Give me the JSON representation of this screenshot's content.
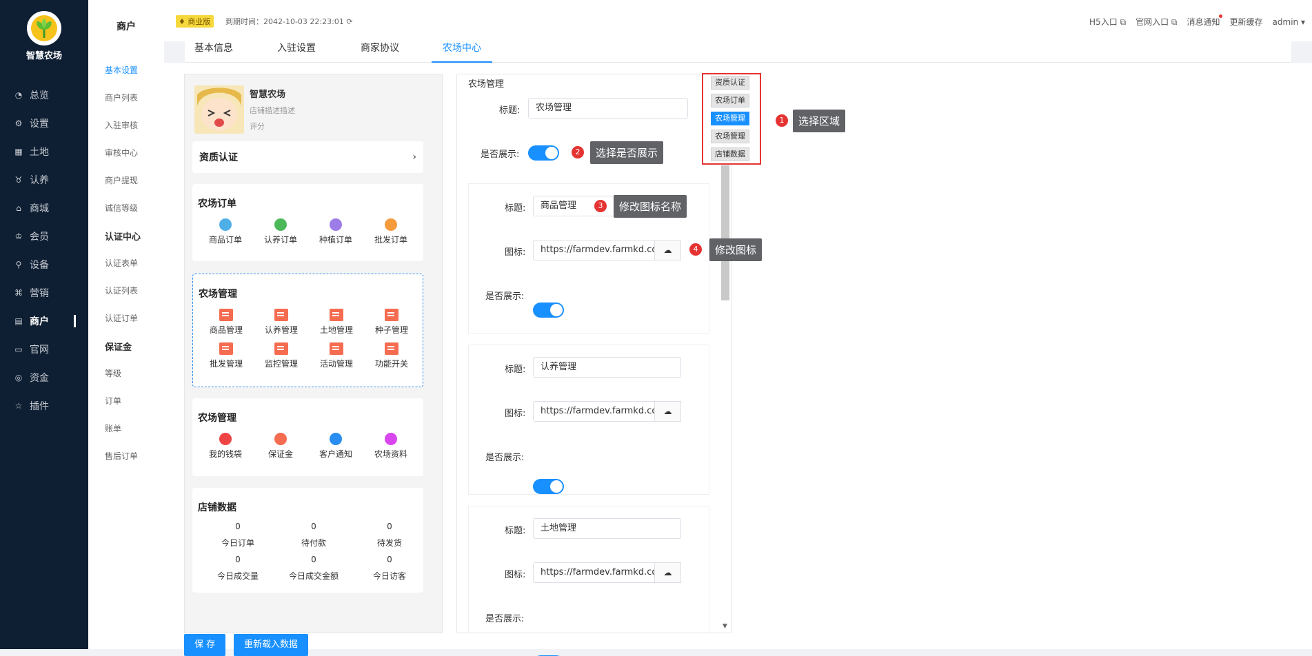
{
  "brand": {
    "name": "智慧农场"
  },
  "nav": [
    {
      "label": "总览",
      "icon": "gauge-icon"
    },
    {
      "label": "设置",
      "icon": "gear-icon"
    },
    {
      "label": "土地",
      "icon": "grid-icon"
    },
    {
      "label": "认养",
      "icon": "cow-icon"
    },
    {
      "label": "商城",
      "icon": "store-icon"
    },
    {
      "label": "会员",
      "icon": "crown-icon"
    },
    {
      "label": "设备",
      "icon": "pin-icon"
    },
    {
      "label": "营销",
      "icon": "command-icon"
    },
    {
      "label": "商户",
      "icon": "merchant-icon"
    },
    {
      "label": "官网",
      "icon": "website-icon"
    },
    {
      "label": "资金",
      "icon": "coin-icon"
    },
    {
      "label": "插件",
      "icon": "star-icon"
    }
  ],
  "subnav": {
    "title": "商户",
    "items": [
      "基本设置",
      "商户列表",
      "入驻审核",
      "审核中心",
      "商户提现",
      "诚信等级",
      "认证中心",
      "认证表单",
      "认证列表",
      "认证订单",
      "保证金",
      "等级",
      "订单",
      "账单",
      "售后订单"
    ]
  },
  "topbar": {
    "badge": "商业版",
    "expire": "到期时间：2042-10-03 22:23:01",
    "links": [
      "H5入口",
      "官网入口",
      "消息通知",
      "更新缓存",
      "admin"
    ]
  },
  "tabs": [
    "基本信息",
    "入驻设置",
    "商家协议",
    "农场中心"
  ],
  "preview": {
    "shop_name": "智慧农场",
    "shop_desc": "店铺描述描述",
    "shop_score": "评分",
    "qualification": "资质认证",
    "orders_title": "农场订单",
    "orders": [
      "商品订单",
      "认养订单",
      "种植订单",
      "批发订单"
    ],
    "manage_title": "农场管理",
    "manage": [
      "商品管理",
      "认养管理",
      "土地管理",
      "种子管理",
      "批发管理",
      "监控管理",
      "活动管理",
      "功能开关"
    ],
    "manage2_title": "农场管理",
    "manage2": [
      "我的钱袋",
      "保证金",
      "客户通知",
      "农场资料"
    ],
    "data_title": "店铺数据",
    "data": [
      {
        "value": "0",
        "label": "今日订单"
      },
      {
        "value": "0",
        "label": "待付款"
      },
      {
        "value": "0",
        "label": "待发货"
      },
      {
        "value": "0",
        "label": "今日成交量"
      },
      {
        "value": "0",
        "label": "今日成交金额"
      },
      {
        "value": "0",
        "label": "今日访客"
      }
    ]
  },
  "form": {
    "section_title": "农场管理",
    "title_label": "标题:",
    "title_value": "农场管理",
    "show_label": "是否展示:",
    "icon_label": "图标:",
    "icon_url": "https://farmdev.farmkd.com",
    "items": [
      "商品管理",
      "认养管理",
      "土地管理"
    ]
  },
  "picker": [
    "资质认证",
    "农场订单",
    "农场管理",
    "农场管理",
    "店铺数据"
  ],
  "tips": [
    {
      "num": "1",
      "text": "选择区域"
    },
    {
      "num": "2",
      "text": "选择是否展示"
    },
    {
      "num": "3",
      "text": "修改图标名称"
    },
    {
      "num": "4",
      "text": "修改图标"
    }
  ],
  "buttons": {
    "save": "保 存",
    "reload": "重新载入数据"
  }
}
